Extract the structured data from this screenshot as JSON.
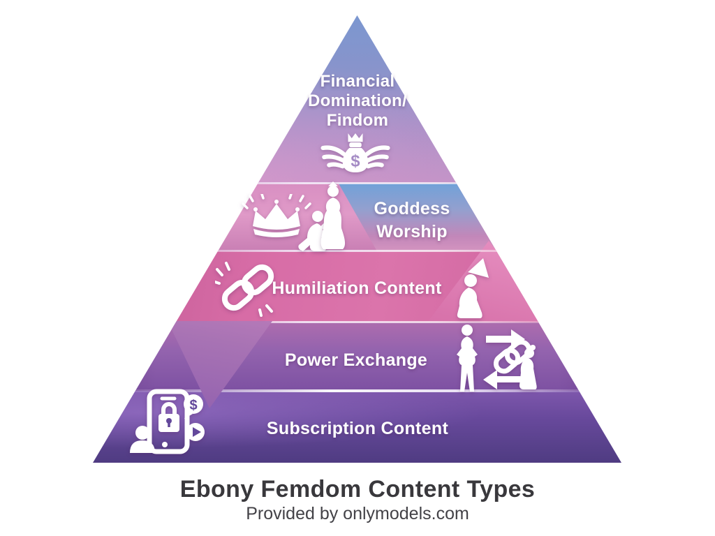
{
  "canvas": {
    "background": "#ffffff"
  },
  "palette": {
    "level1_top": "#7b97d0",
    "level1_bottom": "#bb90c3",
    "level2_pink": "#e09ac8",
    "level2_plate_top": "#71a1d8",
    "level2_plate_bottom": "#d494c0",
    "level3_pink": "#d76ca6",
    "level4_purple_top": "#ad6cae",
    "level4_purple_bottom": "#7d51a2",
    "level5_purple_top": "#7e57ac",
    "level5_purple_bottom": "#4f3b82",
    "label_text": "#ffffff",
    "title_text": "#39383c"
  },
  "pyramid": {
    "levels": [
      {
        "name": "financial-domination-findom",
        "lines": [
          "Financial",
          "Domination/",
          "Findom"
        ],
        "icons": [
          "winged-money-bag-icon"
        ]
      },
      {
        "name": "goddess-worship",
        "lines": [
          "Goddess",
          "Worship"
        ],
        "icons": [
          "crown-rays-icon",
          "kneeling-man-icon",
          "goddess-figure-icon"
        ]
      },
      {
        "name": "humiliation-content",
        "label": "Humiliation Content",
        "icons": [
          "chain-link-icon",
          "dunce-cap-kneeling-icon"
        ]
      },
      {
        "name": "power-exchange",
        "label": "Power Exchange",
        "icons": [
          "dominant-woman-icon",
          "exchange-arrows-chain-icon",
          "kneeling-submissive-icon"
        ]
      },
      {
        "name": "subscription-content",
        "label": "Subscription Content",
        "icons": [
          "locked-phone-subscription-icon"
        ]
      }
    ]
  },
  "footer": {
    "title": "Ebony Femdom Content Types",
    "subtitle": "Provided by onlymodels.com"
  }
}
